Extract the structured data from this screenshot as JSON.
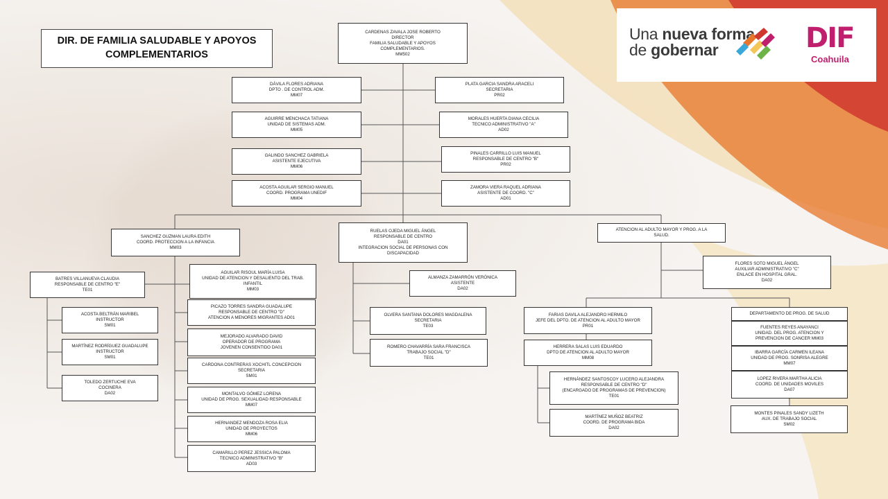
{
  "title": {
    "line1": "DIR. DE FAMILIA SALUDABLE Y APOYOS",
    "line2": "COMPLEMENTARIOS"
  },
  "logo": {
    "line1_pre": "Una ",
    "line1_bold": "nueva forma",
    "line2_pre": "de ",
    "line2_bold": "gobernar",
    "dif": "DIF",
    "dif_sub": "Coahuila"
  },
  "colors": {
    "accent_magenta": "#c01f6d",
    "swoosh_orange": "#e8762a",
    "swoosh_red": "#d0372f",
    "swoosh_yellow": "#f3c65a"
  },
  "boxes": {
    "director": [
      "CARDENAS ZAVALA JOSE ROBERTO",
      "DIRECTOR",
      "FAMILIA SALUDABLE Y APOYOS",
      "COMPLEMENTARIOS.",
      "MM502"
    ],
    "davila": [
      "DÁVILA FLORES ADRIANA",
      "DPTO . DE CONTROL ADM.",
      "MM07"
    ],
    "plata": [
      "PLATA GARCIA SANDRA ARACELI",
      "SECRETARIA",
      "PR02"
    ],
    "aguirre": [
      "AGUIRRE MENCHACA TATIANA",
      "UNIDAD DE SISTEMAS ADM.",
      "MM05"
    ],
    "morales": [
      "MORALES HUERTA DIANA CECILIA",
      "TECNICO ADMINISTRATIVO \"A\"",
      "AD02"
    ],
    "galindo": [
      "GALINDO SANCHEZ GABRIELA",
      "ASISTENTE EJECUTIVA",
      "MM06"
    ],
    "pinales": [
      "PINALES CARRILLO LUIS MANUEL",
      "RESPONSABLE DE CENTRO \"B\"",
      "PR02"
    ],
    "acosta_s": [
      "ACOSTA AGUILAR SERGIO MANUEL",
      "COORD. PROGRAMA UNEDIF",
      "MM04"
    ],
    "zamora": [
      "ZAMORA VIERA RAQUEL ADRIANA",
      "ASISTENTE DE COORD. \"C\"",
      "AD01"
    ],
    "sanchez": [
      "SANCHEZ GUZMAN LAURA EDITH",
      "COORD. PROTECCION A LA INFANCIA",
      "MM03"
    ],
    "ruelas": [
      "RUELAS OJEDA MIGUEL ÁNGEL",
      "RESPONSABLE DE CENTRO",
      "DA01",
      "INTEGRACION SOCIAL DE PERSONAS CON",
      "DISCAPACIDAD"
    ],
    "atencion": [
      "ATENCION AL ADULTO MAYOR Y PROG. A LA",
      "SALUD."
    ],
    "batres": [
      "BATRES VILLANUEVA CLAUDIA",
      "RESPONSABLE DE CENTRO \"E\"",
      "TE01"
    ],
    "aguilar": [
      "AGUILAR RISOUL MARÍA LUISA",
      "UNIDAD DE ATENCION Y DESALIENTO DEL TRAB.",
      "INFANTIL",
      "MM03"
    ],
    "almanza": [
      "ALMANZA ZAMARRÓN VERÓNICA",
      "ASISTENTE",
      "DA02"
    ],
    "flores": [
      "FLORES SOTO MIGUEL ÁNGEL",
      "AUXILIAR ADMINISTRATIVO \"C\"",
      "ENLACE EN HOSPITAL GRAL.",
      "DA02"
    ],
    "acosta_m": [
      "ACOSTA BELTRÁN MARIBEL",
      "INSTRUCTOR",
      "SM01"
    ],
    "picazo": [
      "PICAZO TORRES SANDRA GUADALUPE",
      "RESPONSABLE DE CENTRO \"D\"",
      "ATENCION A MENORES MIGRANTES AD01"
    ],
    "olvera": [
      "OLVERA SANTANA DOLORES MAGDALENA",
      "SECRETARIA",
      "TE03"
    ],
    "farias": [
      "FARIAS DAVILA ALEJANDRO HERMILO",
      "JEFE DEL DPTO. DE ATENCION AL ADULTO MAYOR",
      "PR01"
    ],
    "depto_salud": [
      "DEPARTAMENTO DE PROG. DE SALUD"
    ],
    "mejorado": [
      "MEJORADO ALVARADO DAVID",
      "OPERADOR DE PROGRAMA",
      "JOVENEN CONSENTIDO DA01"
    ],
    "fuentes": [
      "FUENTES REYES ANAYANCI",
      "UNIDAD. DEL PROG. ATENCION Y",
      "PREVENCION DE CANCER MM03"
    ],
    "martinez_g": [
      "MARTÍNEZ RODRÍGUEZ GUADALUPE",
      "INSTRUCTOR",
      "SM01"
    ],
    "romero": [
      "ROMERO CHAVARRÍA SARA FRANCISCA",
      "TRABAJO SOCIAL \"D\"",
      "TE01"
    ],
    "herrera": [
      "HERRERA SALAS LUIS EDUARDO",
      "DPTO DE ATENCION AL ADULTO MAYOR",
      "MM08"
    ],
    "ibarra": [
      "IBARRA GARCÍA CARMEN ILEANA",
      "UNIDAD DE PROG. SONRISA ALEGRE",
      "MM07"
    ],
    "cardona": [
      "CARDONA CONTRERAS XOCHITL CONCEPCION",
      "SECRETARIA",
      "SM01"
    ],
    "toledo": [
      "TOLEDO ZERTUCHE EVA",
      "COCINERA",
      "DA02"
    ],
    "hernandez_s": [
      "HERNÁNDEZ SANTOSCOY LUCERO ALEJANDRA",
      "RESPONSABLE DE CENTRO \"D\"",
      "(ENCARGADO DE PROGRAMAS DE PREVENCION)",
      "TE01"
    ],
    "lopez": [
      "LOPEZ RIVERA MARTHA ALICIA",
      "COORD. DE UNIDADES MOVILES",
      "DA07"
    ],
    "montalvo": [
      "MONTALVO GÓMEZ LORENA",
      "UNIDAD DE PROG. SEXUALIDAD RESPONSABLE",
      "MM07"
    ],
    "montes": [
      "MONTES PINALES SANDY LIZETH",
      "AUX. DE TRABAJO SOCIAL",
      "SM02"
    ],
    "martinez_b": [
      "MARTÍNEZ MUÑOZ BEATRIZ",
      "COORD. DE PROGRAMA BIDA",
      "DA02"
    ],
    "hernandez_r": [
      "HERNANDEZ MENDOZA ROSA ELIA",
      "UNIDAD DE PROYECTOS",
      "MM06"
    ],
    "camarillo": [
      "CAMARILLO PEREZ JESSICA PALOMA",
      "TECNICO ADMINISTRATIVO \"B\"",
      "AD03"
    ]
  }
}
